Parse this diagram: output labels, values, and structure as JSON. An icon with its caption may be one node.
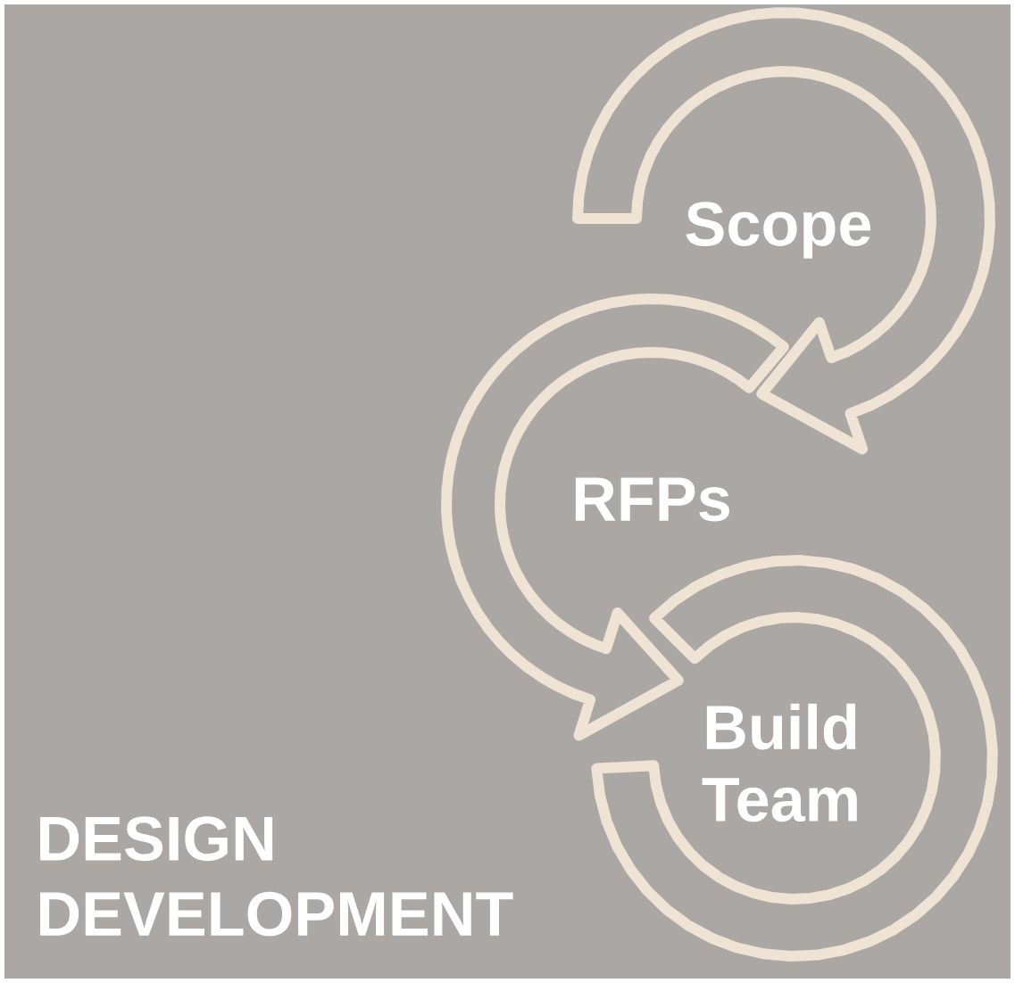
{
  "diagram": {
    "title": "DESIGN DEVELOPMENT",
    "nodes": [
      {
        "text": [
          "Scope"
        ]
      },
      {
        "text": [
          "RFPs"
        ]
      },
      {
        "text": [
          "Build Team"
        ]
      }
    ],
    "edges": [
      {
        "from": 0,
        "to": 1,
        "arrow": "to"
      },
      {
        "from": 1,
        "to": 2,
        "arrow": "to"
      }
    ]
  }
}
